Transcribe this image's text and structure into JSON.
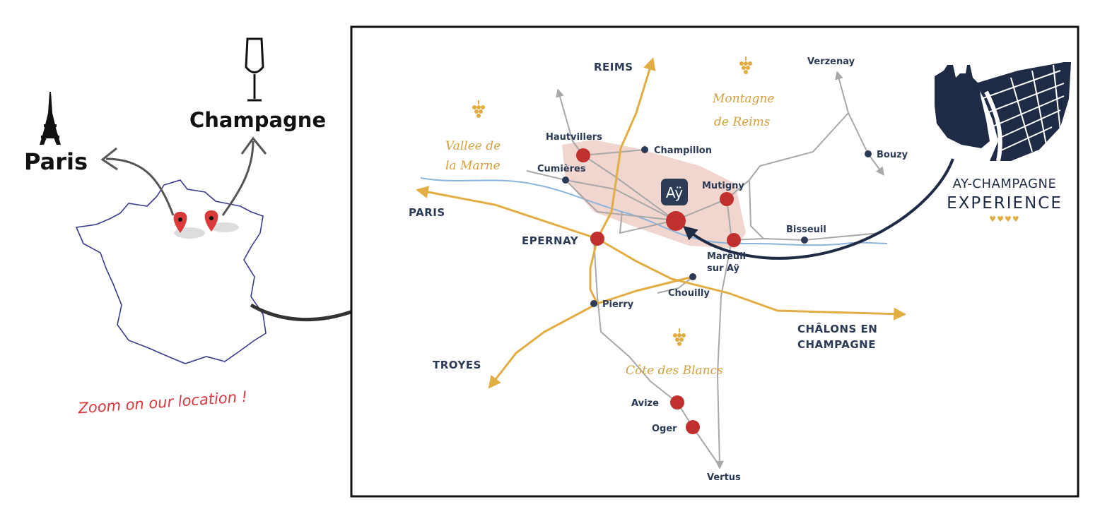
{
  "overview": {
    "paris_label": "Paris",
    "champagne_label": "Champagne",
    "zoom_caption": "Zoom on our location !"
  },
  "map": {
    "cities": {
      "reims": "REIMS",
      "paris": "PARIS",
      "epernay": "EPERNAY",
      "troyes": "TROYES",
      "chalons_line1": "CHÂLONS  EN",
      "chalons_line2": "CHAMPAGNE"
    },
    "regions": {
      "vallee_line1": "Vallee de",
      "vallee_line2": "la Marne",
      "montagne_line1": "Montagne",
      "montagne_line2": "de Reims",
      "cote": "Côte des Blancs"
    },
    "villages": {
      "hautvillers": "Hautvillers",
      "champillon": "Champillon",
      "cumieres": "Cumières",
      "mutigny": "Mutigny",
      "verzenay": "Verzenay",
      "bouzy": "Bouzy",
      "bisseuil": "Bisseuil",
      "mareuil_line1": "Mareuil",
      "mareuil_line2": "sur Aÿ",
      "chouilly": "Chouilly",
      "pierry": "Pierry",
      "avize": "Avize",
      "oger": "Oger",
      "vertus": "Vertus"
    },
    "ay_badge": "Aÿ"
  },
  "brand": {
    "line1": "AY-CHAMPAGNE",
    "line2": "EXPERIENCE",
    "hearts": "♥♥♥♥"
  },
  "colors": {
    "road_gold": "#e7b64e",
    "road_gray": "#a8a8a8",
    "river": "#8bb4dd",
    "village_red": "#c0302f",
    "village_dot": "#2b3a55",
    "navy": "#1f2b44",
    "highlight": "#ebc3bb"
  }
}
